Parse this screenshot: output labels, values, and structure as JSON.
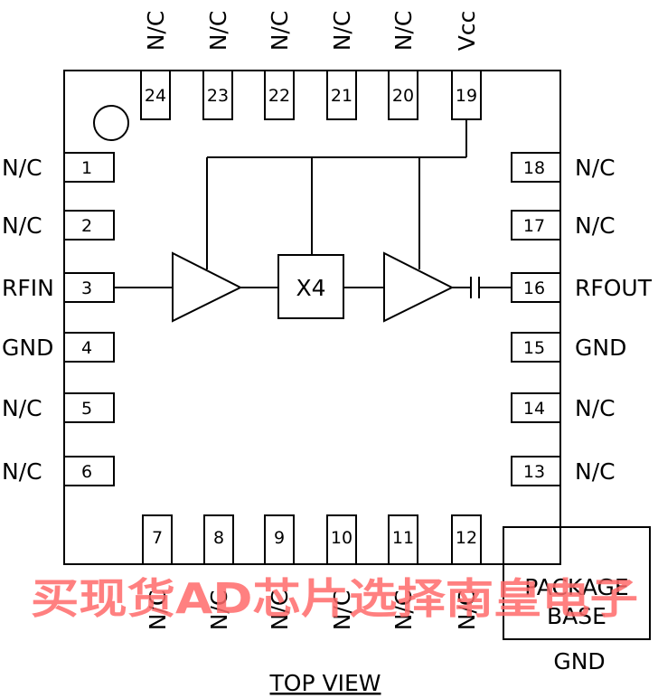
{
  "pins_top": [
    {
      "num": "24",
      "label": "N/C"
    },
    {
      "num": "23",
      "label": "N/C"
    },
    {
      "num": "22",
      "label": "N/C"
    },
    {
      "num": "21",
      "label": "N/C"
    },
    {
      "num": "20",
      "label": "N/C"
    },
    {
      "num": "19",
      "label": "Vcc"
    }
  ],
  "pins_left": [
    {
      "num": "1",
      "label": "N/C"
    },
    {
      "num": "2",
      "label": "N/C"
    },
    {
      "num": "3",
      "label": "RFIN"
    },
    {
      "num": "4",
      "label": "GND"
    },
    {
      "num": "5",
      "label": "N/C"
    },
    {
      "num": "6",
      "label": "N/C"
    }
  ],
  "pins_right": [
    {
      "num": "18",
      "label": "N/C"
    },
    {
      "num": "17",
      "label": "N/C"
    },
    {
      "num": "16",
      "label": "RFOUT"
    },
    {
      "num": "15",
      "label": "GND"
    },
    {
      "num": "14",
      "label": "N/C"
    },
    {
      "num": "13",
      "label": "N/C"
    }
  ],
  "pins_bottom": [
    {
      "num": "7",
      "label": "N/C"
    },
    {
      "num": "8",
      "label": "N/C"
    },
    {
      "num": "9",
      "label": "N/C"
    },
    {
      "num": "10",
      "label": "N/C"
    },
    {
      "num": "11",
      "label": "N/C"
    },
    {
      "num": "12",
      "label": "N/C"
    }
  ],
  "multiplier_label": "X4",
  "package_base": {
    "line1": "PACKAGE",
    "line2": "BASE",
    "ground": "GND"
  },
  "view_label": "TOP VIEW",
  "watermark": "买现货AD芯片选择南皇电子",
  "colors": {
    "line": "#000000",
    "watermark": "#ff6a6a"
  }
}
